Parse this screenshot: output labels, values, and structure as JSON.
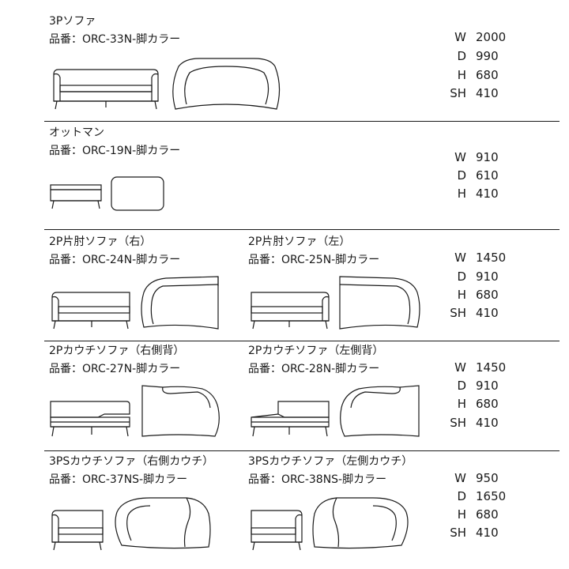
{
  "sections": [
    {
      "items": [
        {
          "name": "3Pソファ",
          "code": "品番：ORC-33N-脚カラー"
        }
      ],
      "dims": [
        {
          "k": "W",
          "v": "2000"
        },
        {
          "k": "D",
          "v": "990"
        },
        {
          "k": "H",
          "v": "680"
        },
        {
          "k": "SH",
          "v": "410"
        }
      ]
    },
    {
      "items": [
        {
          "name": "オットマン",
          "code": "品番：ORC-19N-脚カラー"
        }
      ],
      "dims": [
        {
          "k": "W",
          "v": "910"
        },
        {
          "k": "D",
          "v": "610"
        },
        {
          "k": "H",
          "v": "410"
        }
      ]
    },
    {
      "items": [
        {
          "name": "2P片肘ソファ（右）",
          "code": "品番：ORC-24N-脚カラー"
        },
        {
          "name": "2P片肘ソファ（左）",
          "code": "品番：ORC-25N-脚カラー"
        }
      ],
      "dims": [
        {
          "k": "W",
          "v": "1450"
        },
        {
          "k": "D",
          "v": "910"
        },
        {
          "k": "H",
          "v": "680"
        },
        {
          "k": "SH",
          "v": "410"
        }
      ]
    },
    {
      "items": [
        {
          "name": "2Pカウチソファ（右側背）",
          "code": "品番：ORC-27N-脚カラー"
        },
        {
          "name": "2Pカウチソファ（左側背）",
          "code": "品番：ORC-28N-脚カラー"
        }
      ],
      "dims": [
        {
          "k": "W",
          "v": "1450"
        },
        {
          "k": "D",
          "v": "910"
        },
        {
          "k": "H",
          "v": "680"
        },
        {
          "k": "SH",
          "v": "410"
        }
      ]
    },
    {
      "items": [
        {
          "name": "3PSカウチソファ（右側カウチ）",
          "code": "品番：ORC-37NS-脚カラー"
        },
        {
          "name": "3PSカウチソファ（左側カウチ）",
          "code": "品番：ORC-38NS-脚カラー"
        }
      ],
      "dims": [
        {
          "k": "W",
          "v": "950"
        },
        {
          "k": "D",
          "v": "1650"
        },
        {
          "k": "H",
          "v": "680"
        },
        {
          "k": "SH",
          "v": "410"
        }
      ]
    }
  ]
}
